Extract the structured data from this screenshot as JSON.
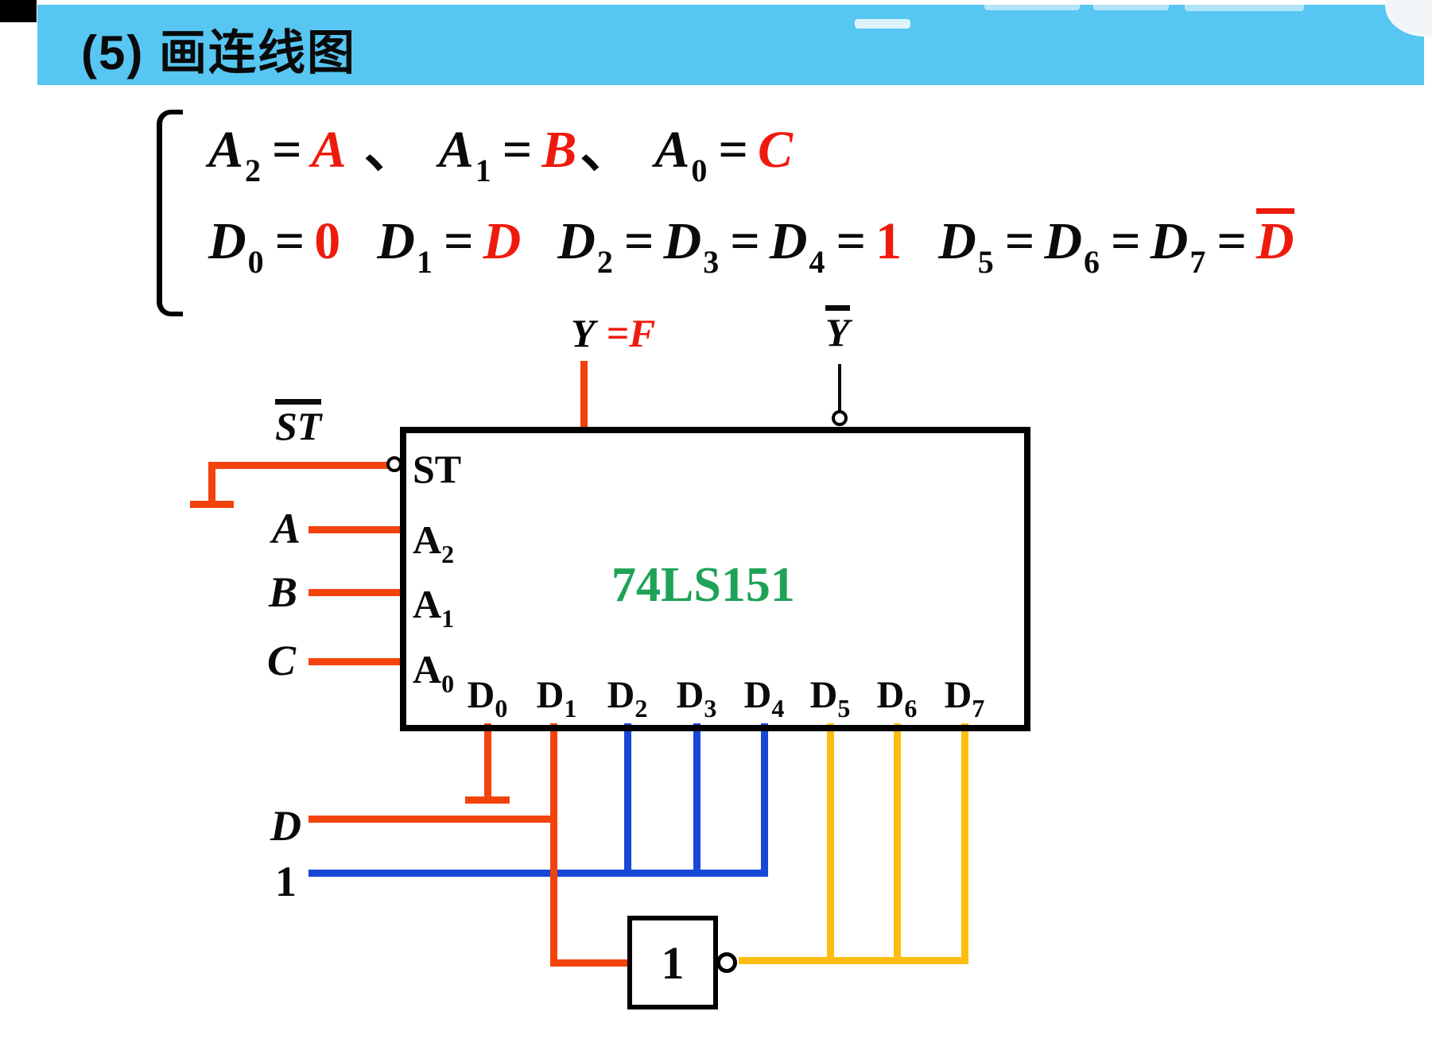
{
  "title": {
    "text": "(5) 画连线图"
  },
  "colors": {
    "band_blue": "#57c6f2",
    "wire_red": "#f3430d",
    "text_red": "#ee1b0d",
    "wire_blue": "#1747d6",
    "wire_yellow": "#fdbd10",
    "chip_green": "#1fa257"
  },
  "equations": {
    "line1": {
      "a2": "A",
      "a2_sub": "2",
      "eq1": "=",
      "a_val": "A",
      "sep1": "、",
      "a1": "A",
      "a1_sub": "1",
      "eq2": "=",
      "b_val": "B",
      "sep2": "、",
      "a0": "A",
      "a0_sub": "0",
      "eq3": "=",
      "c_val": "C"
    },
    "line2": {
      "d0": "D",
      "d0_sub": "0",
      "eq1": "=",
      "v0": "0",
      "d1": "D",
      "d1_sub": "1",
      "eq2": "=",
      "v1": "D",
      "d2": "D",
      "d2_sub": "2",
      "eq3": "=",
      "d3": "D",
      "d3_sub": "3",
      "eq4": "=",
      "d4": "D",
      "d4_sub": "4",
      "eq5": "=",
      "v2": "1",
      "d5": "D",
      "d5_sub": "5",
      "eq6": "=",
      "d6": "D",
      "d6_sub": "6",
      "eq7": "=",
      "d7": "D",
      "d7_sub": "7",
      "eq8": "=",
      "v3": "D"
    }
  },
  "chip": {
    "name": "74LS151",
    "pin_st": "ST",
    "pin_a2": "A",
    "pin_a2_sub": "2",
    "pin_a1": "A",
    "pin_a1_sub": "1",
    "pin_a0": "A",
    "pin_a0_sub": "0",
    "d_pins": [
      {
        "base": "D",
        "sub": "0"
      },
      {
        "base": "D",
        "sub": "1"
      },
      {
        "base": "D",
        "sub": "2"
      },
      {
        "base": "D",
        "sub": "3"
      },
      {
        "base": "D",
        "sub": "4"
      },
      {
        "base": "D",
        "sub": "5"
      },
      {
        "base": "D",
        "sub": "6"
      },
      {
        "base": "D",
        "sub": "7"
      }
    ]
  },
  "labels": {
    "st_bar": "ST",
    "a": "A",
    "b": "B",
    "c": "C",
    "d": "D",
    "one": "1",
    "y_black": "Y",
    "y_red": "=F",
    "y_bar": "Y",
    "inverter": "1"
  }
}
